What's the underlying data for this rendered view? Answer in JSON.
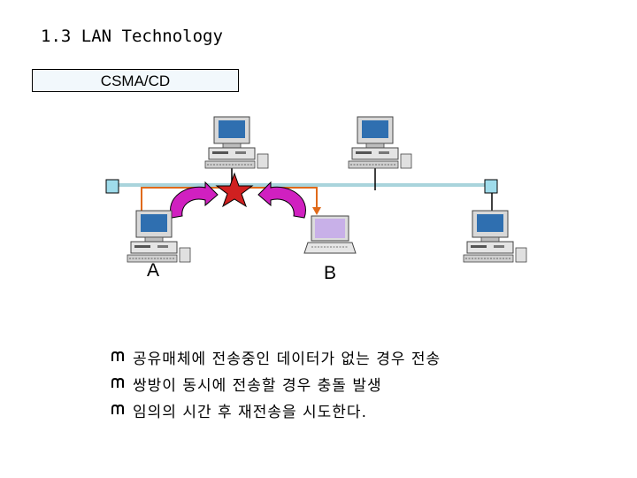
{
  "slide": {
    "title": "1.3 LAN Technology"
  },
  "topic": {
    "label": "CSMA/CD"
  },
  "diagram": {
    "node_a": "A",
    "node_b": "B",
    "colors": {
      "bus": "#a9d4dc",
      "terminator": "#9fdceb",
      "signal": "#e06a1a",
      "arrow": "#d020c0",
      "collision": "#d02020"
    }
  },
  "bullets": [
    "공유매체에 전송중인 데이터가 없는 경우 전송",
    "쌍방이 동시에 전송할 경우 충돌 발생",
    "임의의 시간 후 재전송을 시도한다."
  ]
}
